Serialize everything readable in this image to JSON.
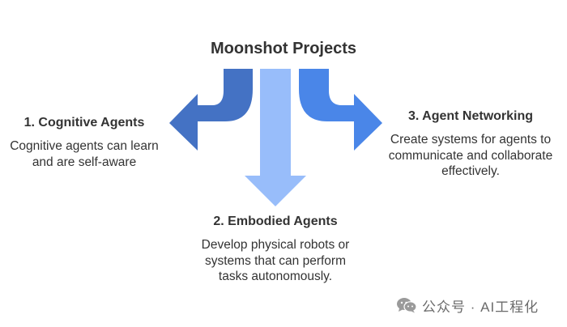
{
  "title": "Moonshot Projects",
  "colors": {
    "left_arrow": "#4472c4",
    "down_arrow": "#98bdfa",
    "right_arrow": "#4a86e8",
    "text": "#333333"
  },
  "items": [
    {
      "heading": "1. Cognitive Agents",
      "desc_lines": [
        "Cognitive agents can learn",
        "and are self-aware"
      ]
    },
    {
      "heading": "2. Embodied Agents",
      "desc_lines": [
        "Develop physical robots or",
        "systems that can perform",
        "tasks autonomously."
      ]
    },
    {
      "heading": "3. Agent Networking",
      "desc_lines": [
        "Create systems for agents to",
        "communicate and collaborate",
        "effectively."
      ]
    }
  ],
  "watermark": {
    "text": "公众号 · AI工程化",
    "icon": "wechat-icon"
  }
}
